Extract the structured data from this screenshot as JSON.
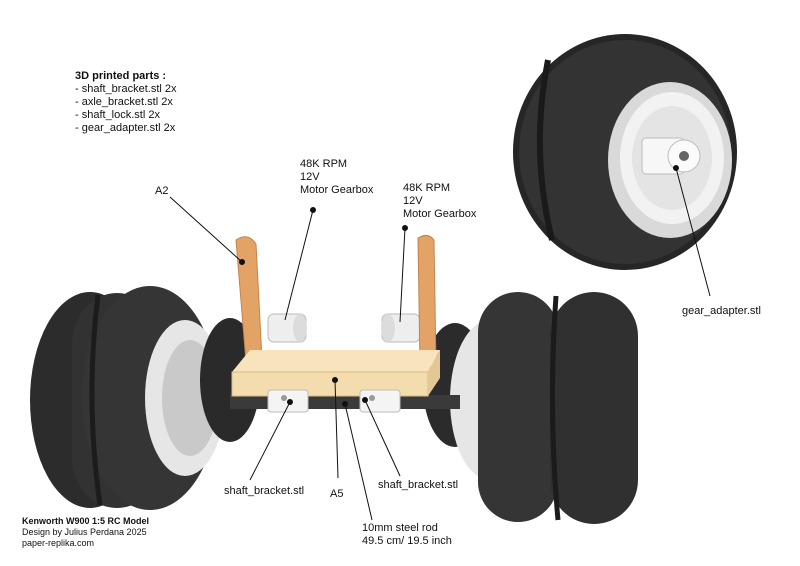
{
  "parts_list": {
    "title": "3D printed parts :",
    "items": [
      "- shaft_bracket.stl 2x",
      "- axle_bracket.stl 2x",
      "- shaft_lock.stl 2x",
      "- gear_adapter.stl 2x"
    ]
  },
  "labels": {
    "motor_left": [
      "48K RPM",
      "12V",
      "Motor Gearbox"
    ],
    "motor_right": [
      "48K RPM",
      "12V",
      "Motor Gearbox"
    ],
    "a2": "A2",
    "a5": "A5",
    "gear_adapter": "gear_adapter.stl",
    "shaft_bracket_left": "shaft_bracket.stl",
    "shaft_bracket_right": "shaft_bracket.stl",
    "steel_rod": [
      "10mm steel rod",
      "49.5 cm/ 19.5 inch"
    ]
  },
  "credits": {
    "title": "Kenworth W900 1:5 RC Model",
    "designer": "Design by Julius Perdana 2025",
    "site": "paper-replika.com"
  },
  "colors": {
    "tire": "#2e2e2e",
    "tire_dark": "#1e1e1e",
    "rim": "#e6e6e6",
    "axle_bracket": "#e3a266",
    "center_block": "#f3dcae",
    "bracket_white": "#f4f4f4"
  }
}
